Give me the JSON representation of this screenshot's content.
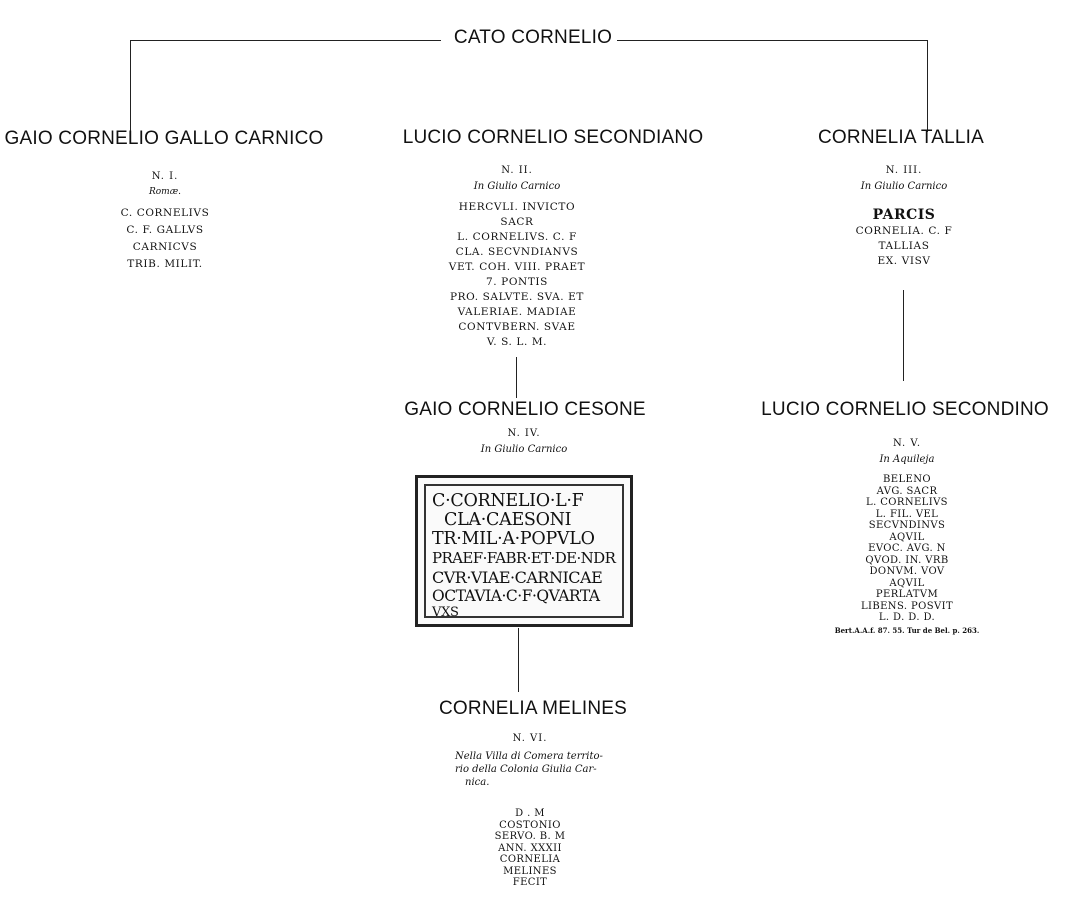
{
  "root": {
    "name": "CATO CORNELIO"
  },
  "gen1": [
    {
      "name": "GAIO CORNELIO GALLO CARNICO",
      "number": "N. I.",
      "location": "Romæ.",
      "lines": [
        "C. CORNELIVS",
        "C. F. GALLVS",
        "CARNICVS",
        "TRIB. MILIT."
      ]
    },
    {
      "name": "LUCIO CORNELIO SECONDIANO",
      "number": "N. II.",
      "location": "In Giulio Carnico",
      "lines": [
        "HERCVLI. INVICTO",
        "SACR",
        "L. CORNELIVS. C. F",
        "CLA. SECVNDIANVS",
        "VET. COH. VIII. PRAET",
        "7. PONTIS",
        "PRO. SALVTE. SVA. ET",
        "VALERIAE. MADIAE",
        "CONTVBERN. SVAE",
        "V. S. L. M."
      ]
    },
    {
      "name": "CORNELIA TALLIA",
      "number": "N. III.",
      "location": "In Giulio Carnico",
      "heading": "PARCIS",
      "lines": [
        "CORNELIA. C. F",
        "TALLIAS",
        "EX. VISV"
      ]
    }
  ],
  "gen2": [
    {
      "name": "GAIO CORNELIO CESONE",
      "number": "N. IV.",
      "location": "In Giulio Carnico",
      "stone_lines": [
        "C·CORNELIO·L·F",
        "CLA·CAESONI",
        "TR·MIL·A·POPVLO",
        "PRAEF·FABR·ET·DE·NDR",
        "CVR·VIAE·CARNICAE",
        "OCTAVIA·C·F·QVARTA",
        "VXS"
      ]
    },
    {
      "name": "LUCIO CORNELIO SECONDINO",
      "number": "N. V.",
      "location": "In Aquileja",
      "lines": [
        "BELENO",
        "AVG. SACR",
        "L. CORNELIVS",
        "L. FIL. VEL",
        "SECVNDINVS",
        "AQVIL",
        "EVOC. AVG. N",
        "QVOD. IN. VRB",
        "DONVM. VOV",
        "AQVIL",
        "PERLATVM",
        "LIBENS. POSVIT",
        "L. D. D. D."
      ],
      "reference": "Bert.A.A.f. 87. 55. Tur de Bel. p. 263."
    }
  ],
  "gen3": {
    "name": "CORNELIA MELINES",
    "number": "N. VI.",
    "location_lines": [
      "Nella Villa di Comera territo-",
      "rio della Colonia Giulia Car-",
      "nica."
    ],
    "lines": [
      "D . M",
      "COSTONIO",
      "SERVO. B. M",
      "ANN. XXXII",
      "CORNELIA",
      "MELINES",
      "FECIT"
    ]
  }
}
